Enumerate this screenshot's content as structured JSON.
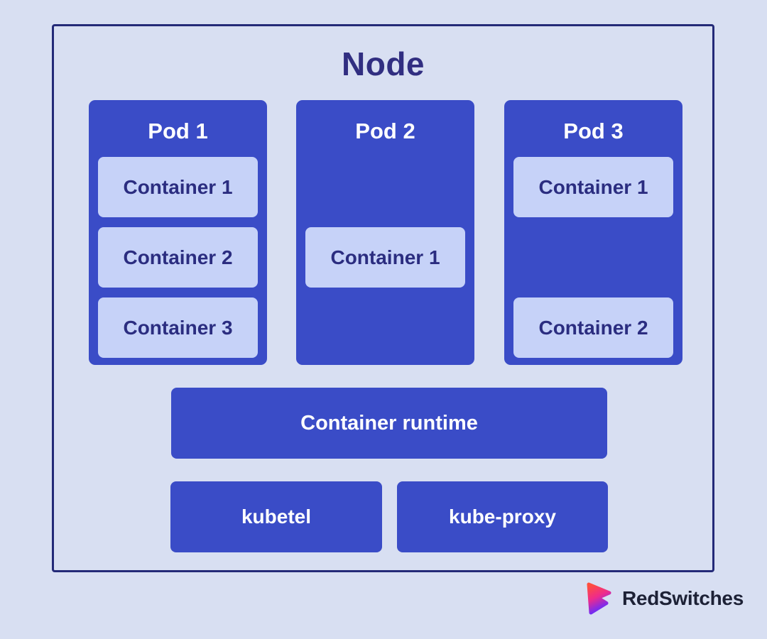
{
  "node": {
    "title": "Node",
    "pods": [
      {
        "label": "Pod 1",
        "containers": [
          {
            "label": "Container 1"
          },
          {
            "label": "Container 2"
          },
          {
            "label": "Container 3"
          }
        ]
      },
      {
        "label": "Pod 2",
        "containers": [
          {
            "label": "Container 1"
          }
        ]
      },
      {
        "label": "Pod 3",
        "containers": [
          {
            "label": "Container 1"
          },
          {
            "label": "Container 2"
          }
        ]
      }
    ],
    "runtime_label": "Container runtime",
    "daemons": [
      {
        "label": "kubetel"
      },
      {
        "label": "kube-proxy"
      }
    ]
  },
  "branding": {
    "name": "RedSwitches",
    "icon": "redswitches-arrow-icon"
  },
  "colors": {
    "page_background": "#d8dff2",
    "node_border": "#242a78",
    "pod_fill": "#3a4cc7",
    "container_fill": "#c6d2f8",
    "navy_text": "#2b2d80",
    "title_text": "#312e81",
    "white_text": "#ffffff",
    "logo_text": "#1d2136",
    "logo_gradient_top": "#ff4e3e",
    "logo_gradient_mid": "#ee2b8c",
    "logo_gradient_bottom": "#6d2ef5"
  }
}
